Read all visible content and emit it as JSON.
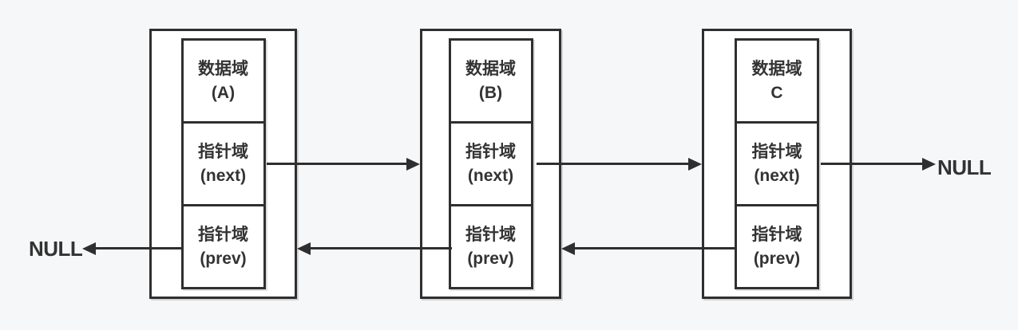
{
  "diagram": {
    "type": "doubly-linked-list",
    "background": "#f6f7f8",
    "colors": {
      "stroke": "#2f2f2f",
      "node_fill": "#ffffff",
      "text": "#333333"
    },
    "null_left": "NULL",
    "null_right": "NULL",
    "nodes": [
      {
        "id": "A",
        "data_field": {
          "line1": "数据域",
          "line2": "(A)"
        },
        "next_field": {
          "line1": "指针域",
          "line2": "(next)"
        },
        "prev_field": {
          "line1": "指针域",
          "line2": "(prev)"
        }
      },
      {
        "id": "B",
        "data_field": {
          "line1": "数据域",
          "line2": "(B)"
        },
        "next_field": {
          "line1": "指针域",
          "line2": "(next)"
        },
        "prev_field": {
          "line1": "指针域",
          "line2": "(prev)"
        }
      },
      {
        "id": "C",
        "data_field": {
          "line1": "数据域",
          "line2": "C"
        },
        "next_field": {
          "line1": "指针域",
          "line2": "(next)"
        },
        "prev_field": {
          "line1": "指针域",
          "line2": "(prev)"
        }
      }
    ],
    "links": [
      {
        "from": "A.next",
        "to": "B"
      },
      {
        "from": "B.next",
        "to": "C"
      },
      {
        "from": "C.next",
        "to": "NULL"
      },
      {
        "from": "B.prev",
        "to": "A"
      },
      {
        "from": "C.prev",
        "to": "B"
      },
      {
        "from": "A.prev",
        "to": "NULL"
      }
    ]
  }
}
